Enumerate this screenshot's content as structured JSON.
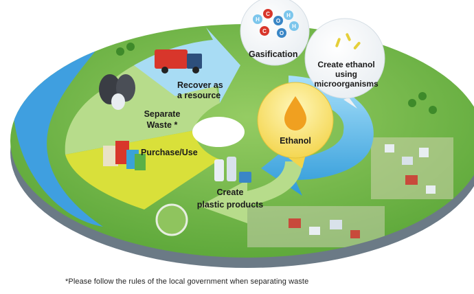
{
  "stages": {
    "recover": [
      "Recover as",
      "a resource"
    ],
    "gasification": "Gasification",
    "ethanol_create": [
      "Create ethanol",
      "using",
      "microorganisms"
    ],
    "ethanol": "Ethanol",
    "plastic": [
      "Create",
      "plastic products"
    ],
    "purchase": "Purchase/Use",
    "separate": [
      "Separate",
      "Waste *"
    ]
  },
  "molecules": [
    "H",
    "C",
    "O",
    "H",
    "C",
    "O",
    "H"
  ],
  "footnote": "*Please follow the rules of the local government when separating waste",
  "colors": {
    "river": "#3f9fe0",
    "land": "#7cbd4f",
    "arrow_green": "#b7dc8b",
    "arrow_yellow": "#d9e03a",
    "arrow_blue": "#69c3f0",
    "ethanol_drop": "#f0a020"
  }
}
